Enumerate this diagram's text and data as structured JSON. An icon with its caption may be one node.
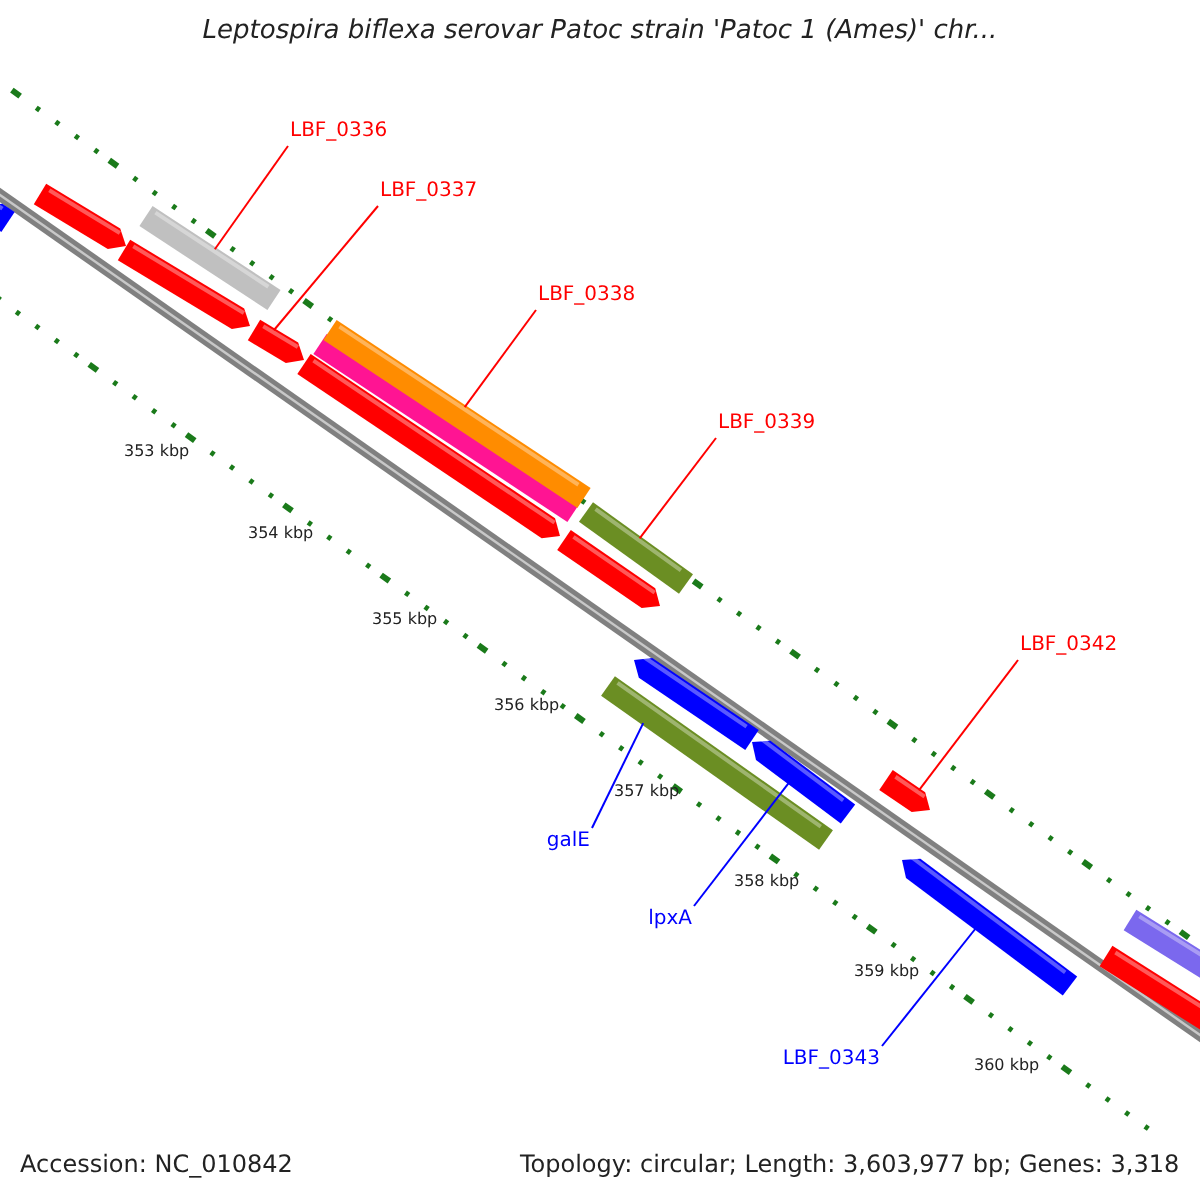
{
  "diagram": {
    "title": "Leptospira biflexa serovar Patoc strain 'Patoc 1 (Ames)' chr...",
    "nodes": [
      {
        "text": [
          "LBF_0336"
        ]
      },
      {
        "text": [],
        "shape": "bar"
      },
      {
        "text": [
          "LBF_0337"
        ]
      },
      {
        "text": [],
        "shape": "bar"
      },
      {
        "text": [
          "LBF_0338"
        ]
      },
      {
        "text": [],
        "shape": "bar"
      },
      {
        "text": [
          "LBF_0339"
        ]
      },
      {
        "text": [],
        "shape": "bar"
      },
      {
        "text": [
          "LBF_0342"
        ]
      },
      {
        "text": [],
        "shape": "bar"
      },
      {
        "text": [
          "galE"
        ]
      },
      {
        "text": [],
        "shape": "bar"
      },
      {
        "text": [
          "lpxA"
        ]
      },
      {
        "text": [],
        "shape": "bar"
      },
      {
        "text": [
          "LBF_0343"
        ]
      },
      {
        "text": [],
        "shape": "bar"
      }
    ],
    "edges": [
      {
        "from": 0,
        "to": 1,
        "arrow": "none"
      },
      {
        "from": 2,
        "to": 3,
        "arrow": "none"
      },
      {
        "from": 4,
        "to": 5,
        "arrow": "none"
      },
      {
        "from": 6,
        "to": 7,
        "arrow": "none"
      },
      {
        "from": 8,
        "to": 9,
        "arrow": "none"
      },
      {
        "from": 10,
        "to": 11,
        "arrow": "none",
        "color": "#0000ff"
      },
      {
        "from": 12,
        "to": 13,
        "arrow": "none",
        "color": "#0000ff"
      },
      {
        "from": 14,
        "to": 15,
        "arrow": "none",
        "color": "#0000ff"
      }
    ],
    "labels": [
      "353 kbp",
      "354 kbp",
      "355 kbp",
      "356 kbp",
      "357 kbp",
      "358 kbp",
      "359 kbp",
      "360 kbp",
      "Accession: NC_010842",
      "Topology: circular; Length: 3,603,977 bp; Genes: 3,318"
    ]
  }
}
